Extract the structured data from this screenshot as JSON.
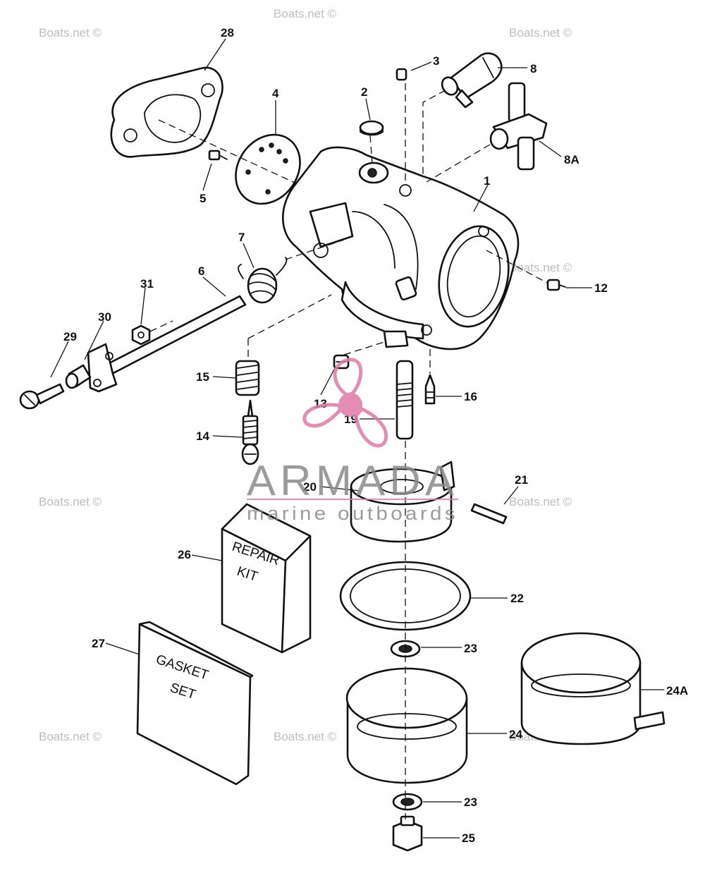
{
  "watermark": {
    "text": "Boats.net ©"
  },
  "logo": {
    "name": "ARMADA",
    "tagline": "marine outboards",
    "accent_color": "#e07aa8"
  },
  "kits": {
    "repair_line1": "REPAIR",
    "repair_line2": "KIT",
    "gasket_line1": "GASKET",
    "gasket_line2": "SET"
  },
  "callouts": {
    "c1": "1",
    "c2": "2",
    "c3": "3",
    "c4": "4",
    "c5": "5",
    "c6": "6",
    "c7": "7",
    "c8": "8",
    "c8a": "8A",
    "c12": "12",
    "c13": "13",
    "c14": "14",
    "c15": "15",
    "c16": "16",
    "c19": "19",
    "c20": "20",
    "c21": "21",
    "c22": "22",
    "c23a": "23",
    "c23b": "23",
    "c24": "24",
    "c24a": "24A",
    "c25": "25",
    "c26": "26",
    "c27": "27",
    "c28": "28",
    "c29": "29",
    "c30": "30",
    "c31": "31"
  }
}
